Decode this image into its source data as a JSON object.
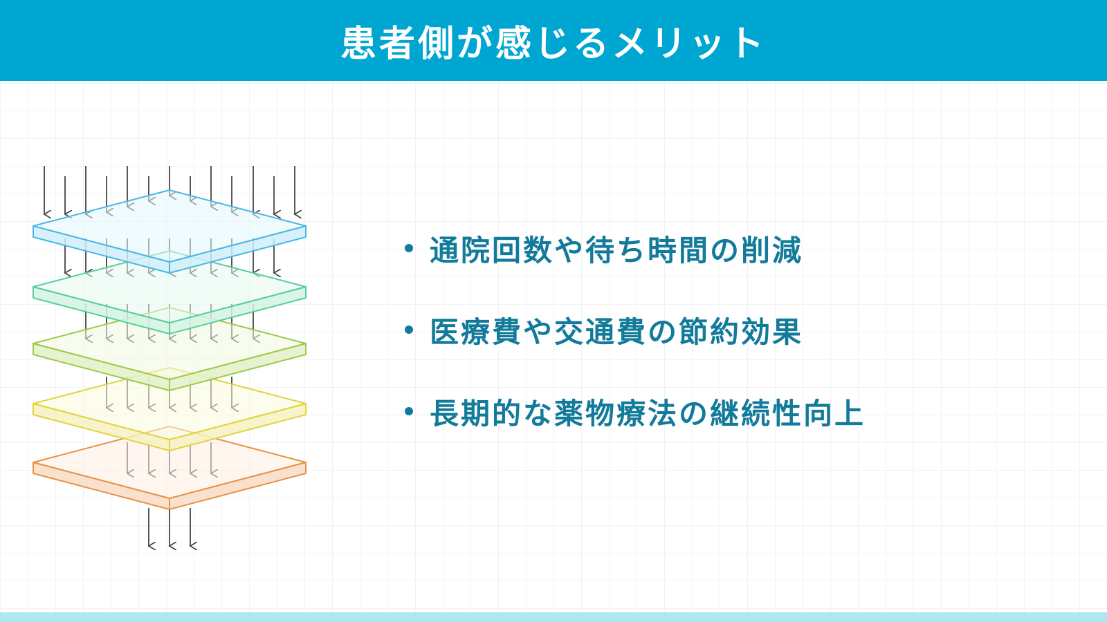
{
  "header": {
    "title": "患者側が感じるメリット"
  },
  "colors": {
    "header_bg": "#00a6d2",
    "bottom_bar": "#aee6f2",
    "text_primary": "#127a9a",
    "arrow": "#444444"
  },
  "benefits": [
    "通院回数や待ち時間の削減",
    "医療費や交通費の節約効果",
    "長期的な薬物療法の継続性向上"
  ],
  "diagram": {
    "layers": [
      {
        "stroke": "#49b7e3",
        "fill": "#e4f7fd",
        "side": "#d0effa"
      },
      {
        "stroke": "#55cf98",
        "fill": "#e6faf0",
        "side": "#d2f3e3"
      },
      {
        "stroke": "#9ec94a",
        "fill": "#f1f9e2",
        "side": "#e3f1c8"
      },
      {
        "stroke": "#e3d23c",
        "fill": "#fcfbe0",
        "side": "#f6f1c2"
      },
      {
        "stroke": "#e89146",
        "fill": "#fdeee2",
        "side": "#f9dcc4"
      }
    ]
  }
}
